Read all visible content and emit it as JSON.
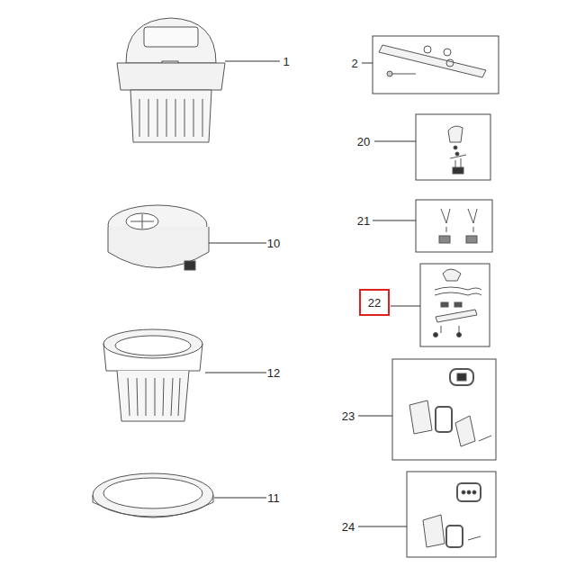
{
  "diagram": {
    "nodes": [
      {
        "text": [
          "22"
        ]
      }
    ],
    "labels": [
      "1",
      "2",
      "20",
      "21",
      "10",
      "12",
      "23",
      "11",
      "24"
    ]
  }
}
